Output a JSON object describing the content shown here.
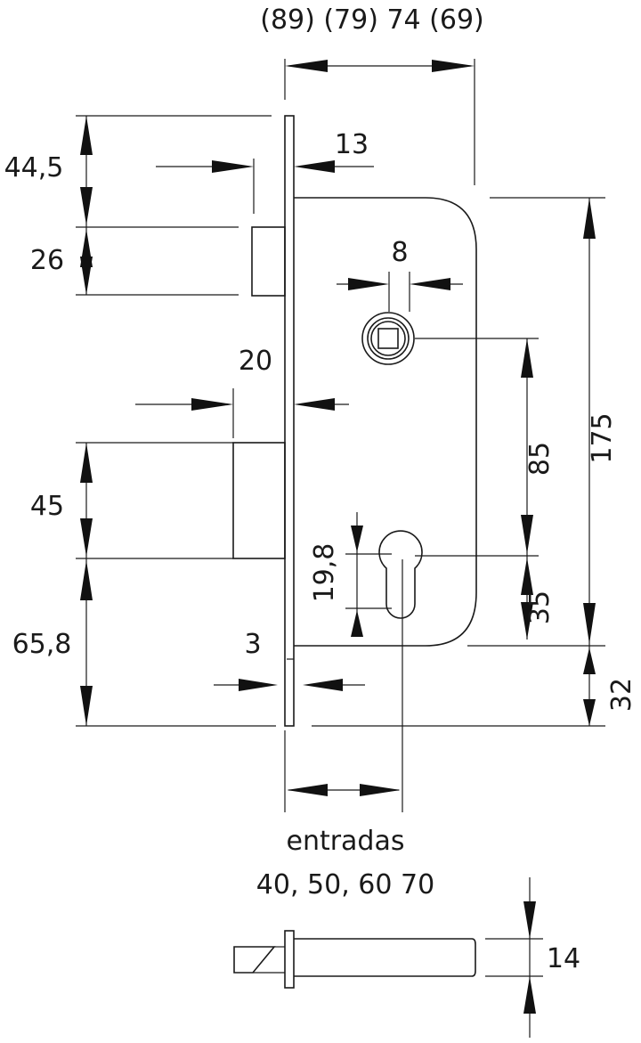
{
  "labels": {
    "top_widths": "(89) (79) 74 (69)",
    "faceplate_to_bolt": "13",
    "spindle_width": "8",
    "top_to_latch": "44,5",
    "latch_height": "26",
    "bolt_throw": "20",
    "deadbolt_height": "45",
    "bottom_to_deadbolt": "65,8",
    "faceplate_thickness": "3",
    "cylinder_offset": "19,8",
    "spindle_to_cylinder": "85",
    "cylinder_to_bottom": "35",
    "case_height": "175",
    "faceplate_extension": "32",
    "backset_caption": "entradas",
    "backset_values": "40, 50, 60 70",
    "profile_thickness": "14"
  }
}
